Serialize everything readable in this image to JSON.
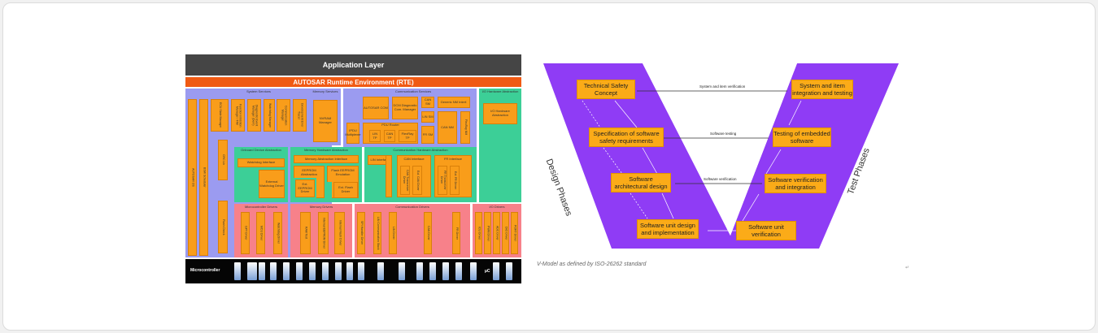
{
  "autosar": {
    "application_layer": "Application Layer",
    "rte": "AUTOSAR Runtime Environment (RTE)",
    "system_services": {
      "title": "System Services",
      "items": [
        "AUTOSAR OS",
        "BSW Scheduler",
        "ECU State Manager",
        "Function Inhibition Manager / FIM",
        "Diagnostic Event Manager (Dem)",
        "Watchdog Manager",
        "Communication Manager",
        "Development Error Tracer",
        "CRC Lib",
        "Flash Check"
      ]
    },
    "memory_services": {
      "title": "Memory Services",
      "items": [
        "NVRAM Manager"
      ]
    },
    "communication_services": {
      "title": "Communication Services",
      "items": [
        "AUTOSAR COM",
        "DCM Diagnostic Com. Manager",
        "CAN SM",
        "Generic NM Interf.",
        "LIN SM",
        "FR SM",
        "CAN NM",
        "FlexRay NM",
        "IPDU Multiplexer",
        "PDU Router",
        "LIN TP",
        "CAN TP",
        "FlexRay TP"
      ]
    },
    "io_hw_abstraction": {
      "title": "I/O Hardware Abstraction",
      "items": [
        "I/O Hardware Abstraction"
      ]
    },
    "onboard_device_abstraction": {
      "title": "Onboard Device Abstraction",
      "items": [
        "Watchdog Interface",
        "External Watchdog Driver"
      ]
    },
    "memory_hw_abstraction": {
      "title": "Memory Hardware Abstraction",
      "items": [
        "Memory Abstraction Interface",
        "EEPROM Abstraction",
        "Flash EEPROM Emulation",
        "Ext. EEPROM Driver",
        "Ext. Flash Driver"
      ]
    },
    "communication_hw_abstraction": {
      "title": "Communication Hardware Abstraction",
      "items": [
        "LIN Interface",
        "CAN Interface",
        "FR Interface",
        "CAN Transceiver Driver",
        "Ext. CAN Driver",
        "FR Transceiver Driver",
        "Ext. FR Driver"
      ]
    },
    "microcontroller_drivers": {
      "title": "Microcontroller Drivers",
      "items": [
        "GPT Driver",
        "MCU Driver",
        "Watchdog Driver"
      ]
    },
    "memory_drivers": {
      "title": "Memory Drivers",
      "items": [
        "RAM Test",
        "Internal EEPROM Driver",
        "Internal Flash Driver"
      ]
    },
    "communication_drivers": {
      "title": "Communication Drivers",
      "items": [
        "SPI Handler Driver",
        "LIN Communication Stack",
        "LIN Driver",
        "CAN Driver",
        "FR Driver"
      ]
    },
    "io_drivers": {
      "title": "I/O Drivers",
      "items": [
        "ICU Driver",
        "PWM Driver",
        "ADC Driver",
        "DIO Driver",
        "PORT Driver"
      ]
    },
    "microcontroller": {
      "label": "Microcontroller",
      "uc_label": "µC"
    }
  },
  "vmodel": {
    "design_phases": "Design Phases",
    "test_phases": "Test Phases",
    "left_boxes": [
      "Technical Safety Concept",
      "Specification of software safety requirements",
      "Software architectural design",
      "Software unit design and implementation"
    ],
    "right_boxes": [
      "System and item integration and testing",
      "Testing of embedded software",
      "Software verification and integration",
      "Software unit verification"
    ],
    "links": [
      "System and item verification",
      "Software testing",
      "Software verification"
    ],
    "caption": "V-Model as defined by ISO-26262 standard",
    "colors": {
      "purple": "#8f3cf5",
      "box": "#fbab18"
    }
  }
}
